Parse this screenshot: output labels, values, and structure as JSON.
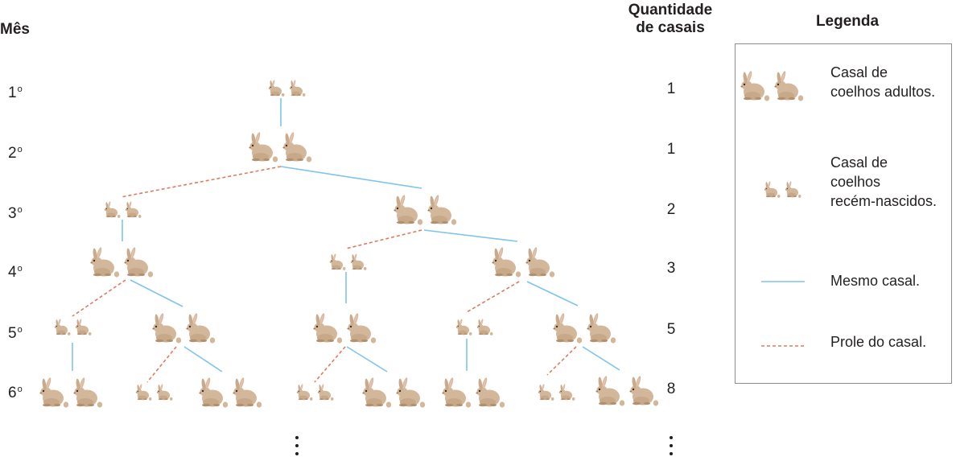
{
  "headers": {
    "month": "Mês",
    "count_line1": "Quantidade",
    "count_line2": "de casais",
    "legend": "Legenda"
  },
  "months": [
    {
      "num": "1",
      "ord": "o",
      "count": "1"
    },
    {
      "num": "2",
      "ord": "o",
      "count": "1"
    },
    {
      "num": "3",
      "ord": "o",
      "count": "2"
    },
    {
      "num": "4",
      "ord": "o",
      "count": "3"
    },
    {
      "num": "5",
      "ord": "o",
      "count": "5"
    },
    {
      "num": "6",
      "ord": "o",
      "count": "8"
    }
  ],
  "legend": {
    "adult_line1": "Casal de",
    "adult_line2": "coelhos adultos.",
    "baby_line1": "Casal de",
    "baby_line2": "coelhos",
    "baby_line3": "recém-nascidos.",
    "same_couple": "Mesmo casal.",
    "offspring": "Prole do casal."
  },
  "colors": {
    "same_couple_line": "#7fc4ea",
    "offspring_line": "#e07a5f",
    "rabbit_body": "#d3b79a",
    "rabbit_shade": "#b0916f",
    "rabbit_ear_inner": "#e8c2b0"
  }
}
